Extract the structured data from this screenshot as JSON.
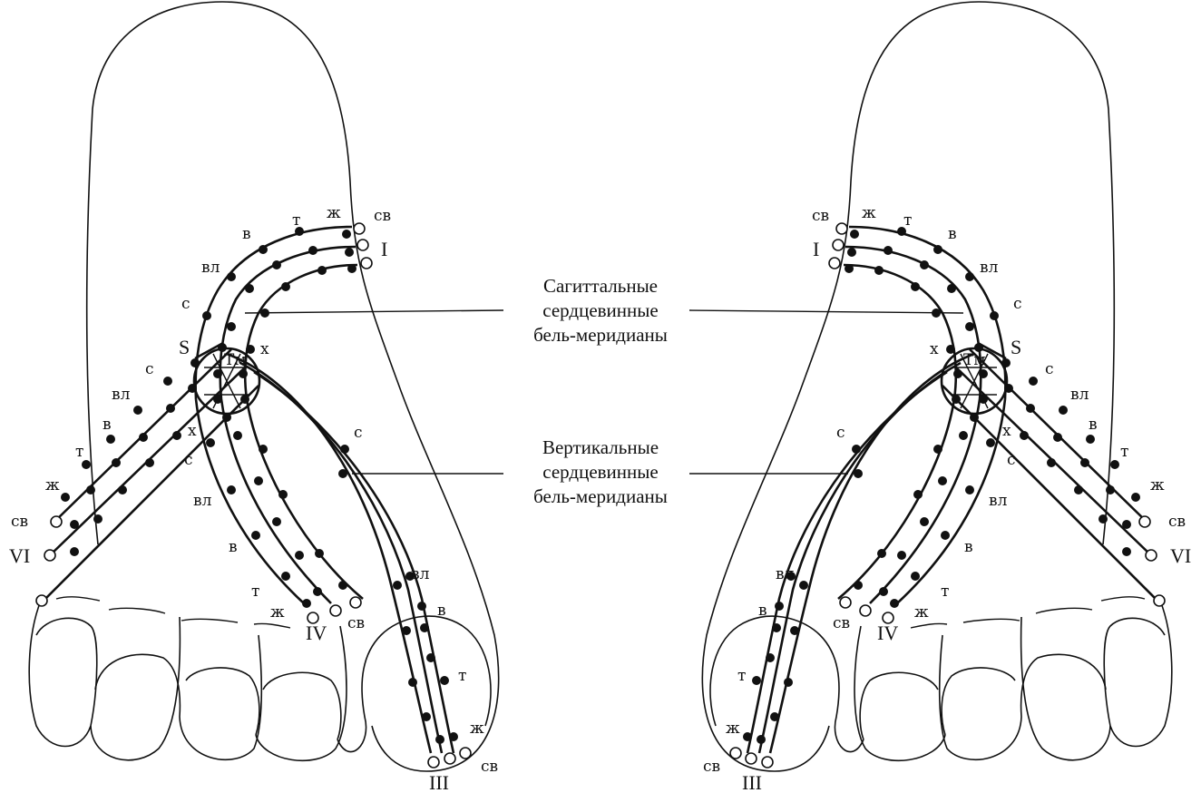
{
  "captions": {
    "sagittal": [
      "Сагиттальные",
      "сердцевинные",
      "бель-меридианы"
    ],
    "vertical": [
      "Вертикальные",
      "сердцевинные",
      "бель-меридианы"
    ]
  },
  "labels": {
    "sv": "св",
    "zh": "ж",
    "t": "т",
    "v": "в",
    "vl": "вл",
    "s": "с",
    "h": "х",
    "tm": "Тм",
    "S": "S",
    "roman_I": "I",
    "roman_III": "III",
    "roman_IV": "IV",
    "roman_VI": "VI"
  }
}
